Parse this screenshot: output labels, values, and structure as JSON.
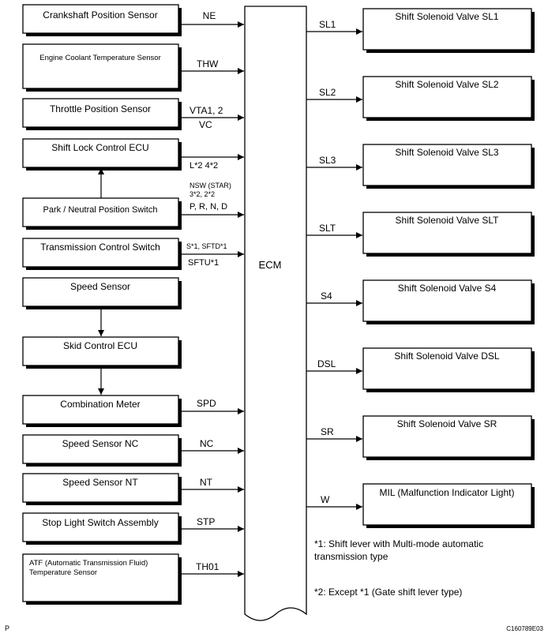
{
  "ecm": {
    "label": "ECM"
  },
  "inputs": [
    {
      "id": "crankshaft",
      "label": "Crankshaft Position Sensor",
      "signal": "NE"
    },
    {
      "id": "ect",
      "label": "Engine Coolant Temperature Sensor",
      "signal": "THW"
    },
    {
      "id": "tps",
      "label": "Throttle Position Sensor",
      "signal": "VTA1, 2",
      "signal2": "VC"
    },
    {
      "id": "shift-lock",
      "label": "Shift Lock Control ECU",
      "signal": "L*2 4*2"
    },
    {
      "id": "pnp",
      "label": "Park / Neutral Position Switch",
      "signal_top": "NSW (STAR)",
      "signal_mid": "3*2, 2*2",
      "signal": "P, R, N, D"
    },
    {
      "id": "tcs",
      "label": "Transmission Control Switch",
      "signal": "S*1, SFTD*1",
      "signal2": "SFTU*1"
    },
    {
      "id": "speed",
      "label": "Speed Sensor"
    },
    {
      "id": "skid",
      "label": "Skid Control ECU"
    },
    {
      "id": "combo",
      "label": "Combination Meter",
      "signal": "SPD"
    },
    {
      "id": "nc",
      "label": "Speed Sensor NC",
      "signal": "NC"
    },
    {
      "id": "nt",
      "label": "Speed Sensor NT",
      "signal": "NT"
    },
    {
      "id": "stop",
      "label": "Stop Light Switch Assembly",
      "signal": "STP"
    },
    {
      "id": "atf",
      "label": "ATF (Automatic Transmission Fluid)",
      "label2": "Temperature Sensor",
      "signal": "TH01"
    }
  ],
  "outputs": [
    {
      "id": "sl1",
      "label": "Shift Solenoid Valve SL1",
      "signal": "SL1"
    },
    {
      "id": "sl2",
      "label": "Shift Solenoid Valve SL2",
      "signal": "SL2"
    },
    {
      "id": "sl3",
      "label": "Shift Solenoid Valve SL3",
      "signal": "SL3"
    },
    {
      "id": "slt",
      "label": "Shift Solenoid Valve SLT",
      "signal": "SLT"
    },
    {
      "id": "s4",
      "label": "Shift Solenoid Valve S4",
      "signal": "S4"
    },
    {
      "id": "dsl",
      "label": "Shift Solenoid Valve DSL",
      "signal": "DSL"
    },
    {
      "id": "sr",
      "label": "Shift Solenoid Valve SR",
      "signal": "SR"
    },
    {
      "id": "mil",
      "label": "MIL (Malfunction Indicator Light)",
      "signal": "W"
    }
  ],
  "notes": {
    "note1_line1": "*1: Shift lever with Multi-mode automatic",
    "note1_line2": "transmission type",
    "note2": "*2: Except *1 (Gate shift lever type)"
  },
  "footer": {
    "left": "P",
    "right": "C160789E03"
  }
}
